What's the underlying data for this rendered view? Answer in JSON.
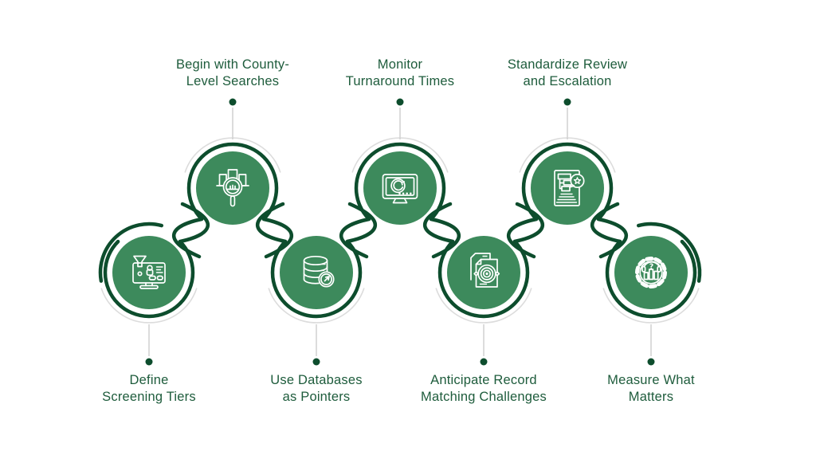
{
  "diagram": {
    "type": "zigzag-process-infographic",
    "background": "#ffffff",
    "colors": {
      "circle_fill": "#3d8a5c",
      "ring_dark": "#0d4d2d",
      "label_text": "#1e5c3c",
      "connector_gray": "#dcdcdc",
      "icon_stroke": "#ffffff"
    },
    "steps": [
      {
        "position": "bottom",
        "icon": "screening-funnel-monitor-icon",
        "label_line1": "Define",
        "label_line2": "Screening Tiers"
      },
      {
        "position": "top",
        "icon": "county-search-magnifier-icon",
        "label_line1": "Begin with County-",
        "label_line2": "Level Searches"
      },
      {
        "position": "bottom",
        "icon": "database-pointer-icon",
        "label_line1": "Use Databases",
        "label_line2": "as Pointers"
      },
      {
        "position": "top",
        "icon": "turnaround-monitor-refresh-icon",
        "label_line1": "Monitor",
        "label_line2": "Turnaround Times"
      },
      {
        "position": "bottom",
        "icon": "record-matching-target-icon",
        "label_line1": "Anticipate Record",
        "label_line2": "Matching Challenges"
      },
      {
        "position": "top",
        "icon": "review-escalation-document-icon",
        "label_line1": "Standardize Review",
        "label_line2": "and Escalation"
      },
      {
        "position": "bottom",
        "icon": "measure-gear-chart-icon",
        "label_line1": "Measure What",
        "label_line2": "Matters"
      }
    ]
  }
}
